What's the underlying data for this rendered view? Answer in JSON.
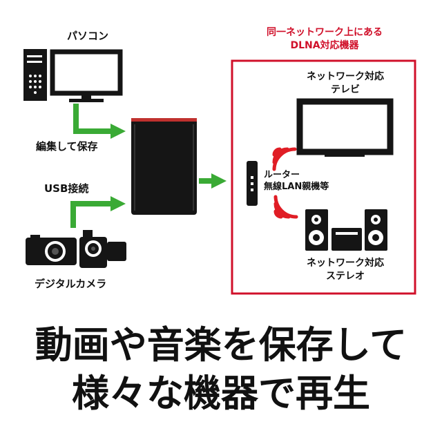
{
  "sources": {
    "pc_label": "パソコン",
    "save_label": "編集して保存",
    "usb_label": "USB接続",
    "camera_label": "デジタルカメラ"
  },
  "dlna": {
    "header_line1": "同一ネットワーク上にある",
    "header_line2": "DLNA対応機器",
    "tv_line1": "ネットワーク対応",
    "tv_line2": "テレビ",
    "router_line1": "ルーター",
    "router_line2": "無線LAN親機等",
    "stereo_line1": "ネットワーク対応",
    "stereo_line2": "ステレオ"
  },
  "headline": {
    "line1": "動画や音楽を保存して",
    "line2": "様々な機器で再生"
  },
  "colors": {
    "arrow_green": "#3aaa35",
    "frame_red": "#d0102a",
    "device_black": "#151515",
    "wifi_red": "#e01d25"
  }
}
